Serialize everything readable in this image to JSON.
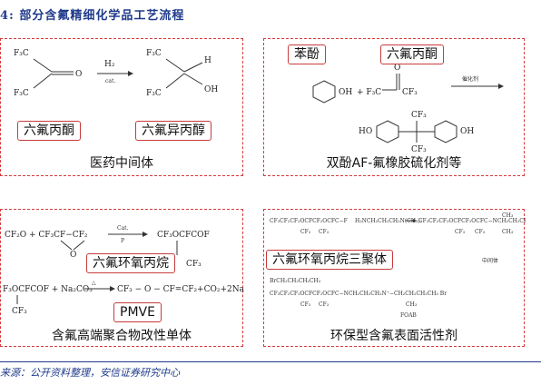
{
  "figure": {
    "title": "4: 部分含氟精细化学品工艺流程",
    "source": "来源：公开资料整理，安信证券研究中心"
  },
  "panels": [
    {
      "caption": "医药中间体",
      "labels": [
        "六氟丙酮",
        "六氟异丙醇"
      ]
    },
    {
      "caption": "双酚AF-氟橡胶硫化剂等",
      "labels": [
        "苯酚",
        "六氟丙酮"
      ]
    },
    {
      "caption": "含氟高端聚合物改性单体",
      "labels": [
        "六氟环氧丙烷",
        "PMVE"
      ]
    },
    {
      "caption": "环保型含氟表面活性剂",
      "labels": [
        "六氟环氧丙烷三聚体"
      ]
    }
  ]
}
